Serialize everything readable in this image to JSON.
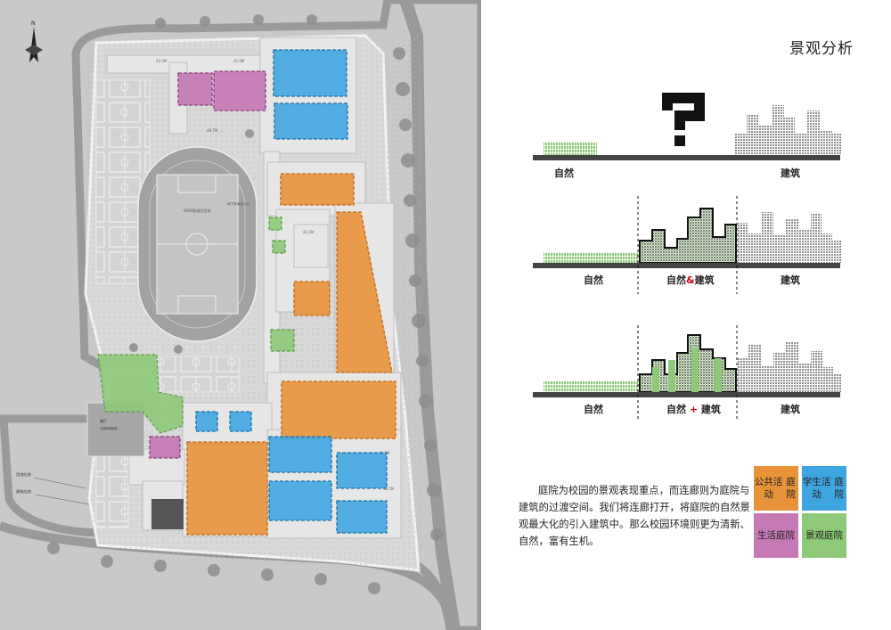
{
  "page": {
    "title": "景观分析"
  },
  "plan": {
    "north_label": "N",
    "track_label": "400M标准田径场",
    "plaza_label": "地下车库出入口",
    "canteen_label": "餐厅",
    "canteen_sub": "(含风雨操场)",
    "border_label": "用地红线",
    "building_line_label": "建筑红线",
    "dims": [
      "65.0M",
      "45.0M",
      "48.7M",
      "42.5M",
      "12.5M",
      "36.7M"
    ]
  },
  "diagrams": [
    {
      "labels": [
        "自然",
        "建筑"
      ]
    },
    {
      "labels": [
        "自然",
        "自然",
        "&",
        "建筑",
        "建筑"
      ]
    },
    {
      "labels": [
        "自然",
        "自然",
        "+",
        "建筑",
        "建筑"
      ]
    }
  ],
  "description": "庭院为校园的景观表现重点，而连廊则为庭院与建筑的过渡空间。我们将连廊打开，将庭院的自然景观最大化的引入建筑中。那么校园环境则更为清新、自然，富有生机。",
  "legend": [
    {
      "label": "公共活动庭院",
      "color": "#e8923a"
    },
    {
      "label": "学生活动庭院",
      "color": "#3fa5e0"
    },
    {
      "label": "生活庭院",
      "color": "#c57ab5"
    },
    {
      "label": "景观庭院",
      "color": "#8ec97a"
    }
  ],
  "colors": {
    "road": "#9a9a9a",
    "ground": "#c9c9c9",
    "building": "#e6e6e6",
    "track": "#a2a2a2",
    "field": "#c4c4c4",
    "bar": "#444444",
    "nature": "#8ec97a",
    "building_pattern": "#9a9a9a",
    "accent": "#d7000f"
  }
}
